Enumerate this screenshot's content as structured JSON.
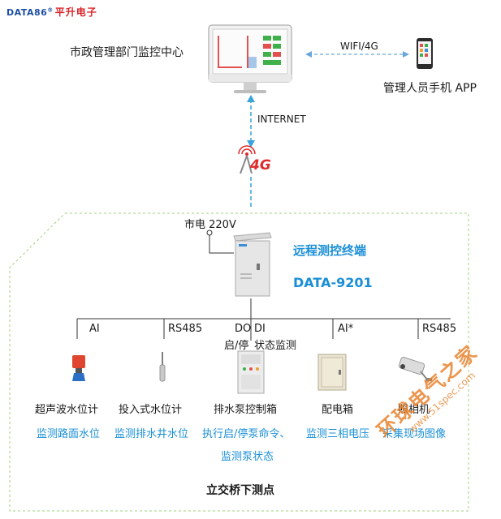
{
  "brand": {
    "name": "DATA86",
    "reg": "®",
    "cn": "平升电子"
  },
  "center": {
    "label": "市政管理部门监控中心"
  },
  "wifi": {
    "label": "WIFI/4G"
  },
  "phone": {
    "label": "管理人员手机 APP"
  },
  "internet": {
    "label": "INTERNET"
  },
  "net4g": {
    "label": "4G"
  },
  "power": {
    "label": "市电 220V"
  },
  "terminal": {
    "title": "远程测控终端",
    "model": "DATA-9201"
  },
  "bus": {
    "ai": "AI",
    "rs485_1": "RS485",
    "do": "DO",
    "di": "DI",
    "do_sub": "启/停",
    "di_sub": "状态监测",
    "ai_star": "AI*",
    "rs485_2": "RS485"
  },
  "devices": [
    {
      "name": "超声波水位计",
      "desc": "监测路面水位"
    },
    {
      "name": "投入式水位计",
      "desc": "监测排水井水位"
    },
    {
      "name": "排水泵控制箱",
      "desc": "执行启/停泵命令、",
      "desc2": "监测泵状态"
    },
    {
      "name": "配电箱",
      "desc": "监测三相电压"
    },
    {
      "name": "照相机",
      "desc": "采集现场图像"
    }
  ],
  "site": {
    "label": "立交桥下测点"
  },
  "watermark": {
    "cn": "环球电气之家",
    "url": "www.51spec.com"
  }
}
